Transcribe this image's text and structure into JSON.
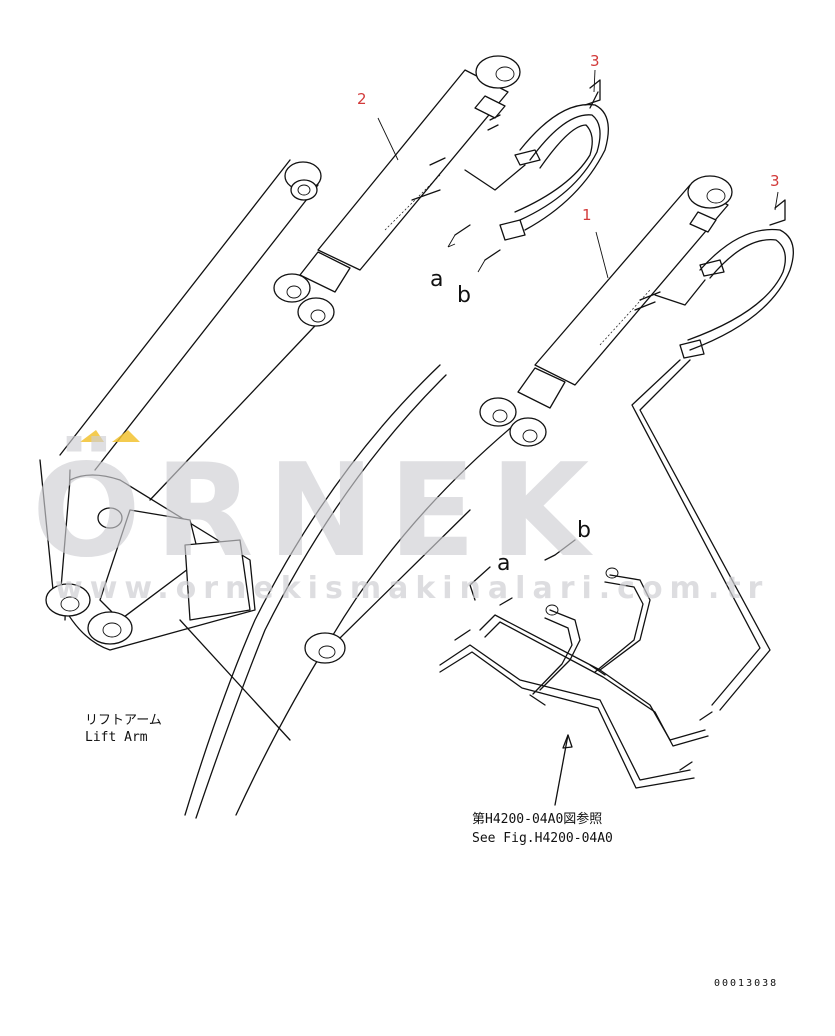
{
  "callouts": {
    "part_1": "1",
    "part_2": "2",
    "part_3_upper": "3",
    "part_3_right": "3"
  },
  "view_markers": {
    "a_upper": "a",
    "b_upper": "b",
    "a_lower": "a",
    "b_lower": "b"
  },
  "labels": {
    "lift_arm_jp": "リフトアーム",
    "lift_arm_en": "Lift Arm",
    "see_fig_jp": "第H4200-04A0図参照",
    "see_fig_en": "See Fig.H4200-04A0"
  },
  "drawing_number": "00013038",
  "watermark": {
    "brand": "ÖRNEK",
    "url": "www.ornekismakinalari.com.tr",
    "accent_color": "#f2c230",
    "text_color": "#cfcfd3"
  },
  "colors": {
    "callout": "#d23a3a",
    "linework": "#111111"
  }
}
